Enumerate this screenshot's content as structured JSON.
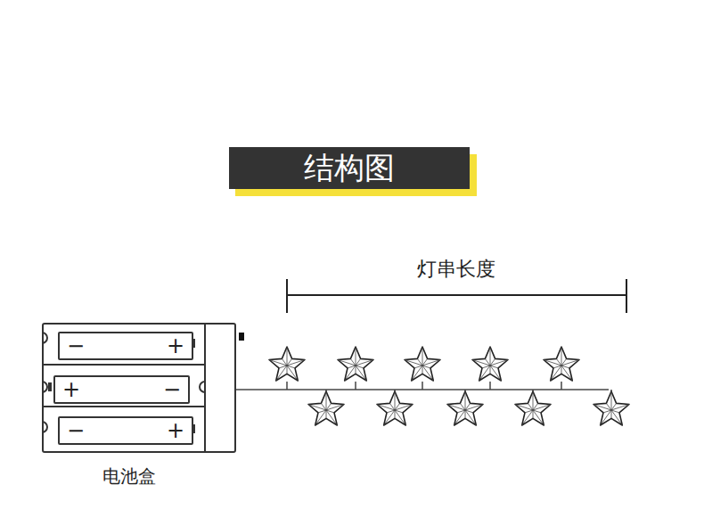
{
  "diagram": {
    "title": "结构图",
    "nodes": [
      {
        "text": [
          "电池盒"
        ]
      },
      {
        "text": [
          "−",
          "+"
        ],
        "in": 0
      },
      {
        "text": [
          "+",
          "−"
        ],
        "in": 0
      },
      {
        "text": [
          "−",
          "+"
        ],
        "in": 0
      }
    ],
    "labels": [
      "灯串长度"
    ]
  }
}
